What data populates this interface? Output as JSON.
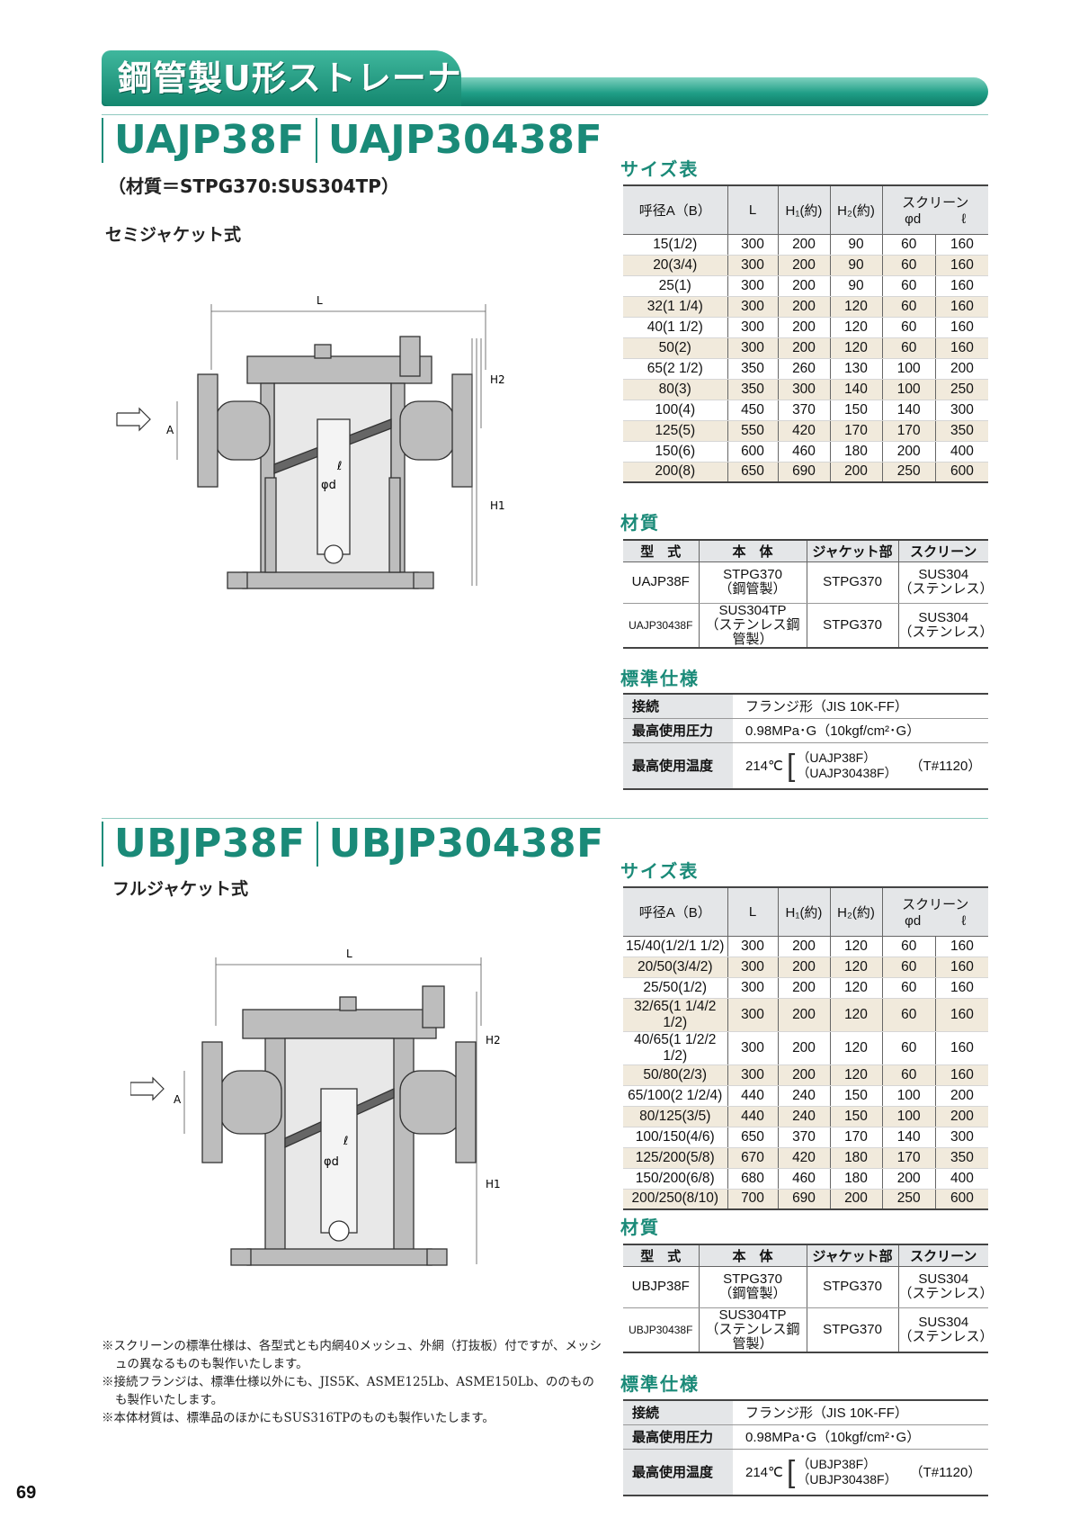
{
  "banner": {
    "title": "鋼管製U形ストレーナ"
  },
  "sections": [
    {
      "models": [
        "UAJP38F",
        "UAJP30438F"
      ],
      "material_note": "（材質＝STPG370:SUS304TP）",
      "type_label": "セミジャケット式",
      "size_title": "サイズ表",
      "size_headers": [
        "呼径A（B）",
        "L",
        "H₁(約)",
        "H₂(約)",
        "スクリーン",
        "φd",
        "ℓ"
      ],
      "size_rows": [
        [
          "15(1/2)",
          "300",
          "200",
          "90",
          "60",
          "160"
        ],
        [
          "20(3/4)",
          "300",
          "200",
          "90",
          "60",
          "160"
        ],
        [
          "25(1)",
          "300",
          "200",
          "90",
          "60",
          "160"
        ],
        [
          "32(1 1/4)",
          "300",
          "200",
          "120",
          "60",
          "160"
        ],
        [
          "40(1 1/2)",
          "300",
          "200",
          "120",
          "60",
          "160"
        ],
        [
          "50(2)",
          "300",
          "200",
          "120",
          "60",
          "160"
        ],
        [
          "65(2 1/2)",
          "350",
          "260",
          "130",
          "100",
          "200"
        ],
        [
          "80(3)",
          "350",
          "300",
          "140",
          "100",
          "250"
        ],
        [
          "100(4)",
          "450",
          "370",
          "150",
          "140",
          "300"
        ],
        [
          "125(5)",
          "550",
          "420",
          "170",
          "170",
          "350"
        ],
        [
          "150(6)",
          "600",
          "460",
          "180",
          "200",
          "400"
        ],
        [
          "200(8)",
          "650",
          "690",
          "200",
          "250",
          "600"
        ]
      ],
      "material_title": "材質",
      "material_headers": [
        "型　式",
        "本　体",
        "ジャケット部",
        "スクリーン"
      ],
      "material_rows": [
        [
          "UAJP38F",
          "STPG370",
          "（鋼管製）",
          "STPG370",
          "SUS304",
          "（ステンレス）"
        ],
        [
          "UAJP30438F",
          "SUS304TP",
          "（ステンレス鋼管製）",
          "STPG370",
          "SUS304",
          "（ステンレス）"
        ]
      ],
      "spec_title": "標準仕様",
      "spec": {
        "connection_label": "接続",
        "connection": "フランジ形（JIS 10K-FF）",
        "pressure_label": "最高使用圧力",
        "pressure": "0.98MPa･G（10kgf/cm²･G）",
        "temp_label": "最高使用温度",
        "temp": "214℃",
        "temp_opt1": "（UAJP38F）",
        "temp_opt2": "（UAJP30438F）",
        "temp_code": "（T#1120）"
      },
      "drawing": {
        "L": "L",
        "A": "A",
        "H1": "H1",
        "H2": "H2",
        "d": "φd",
        "l": "ℓ"
      }
    },
    {
      "models": [
        "UBJP38F",
        "UBJP30438F"
      ],
      "type_label": "フルジャケット式",
      "size_title": "サイズ表",
      "size_headers": [
        "呼径A（B）",
        "L",
        "H₁(約)",
        "H₂(約)",
        "スクリーン",
        "φd",
        "ℓ"
      ],
      "size_rows": [
        [
          "15/40(1/2/1 1/2)",
          "300",
          "200",
          "120",
          "60",
          "160"
        ],
        [
          "20/50(3/4/2)",
          "300",
          "200",
          "120",
          "60",
          "160"
        ],
        [
          "25/50(1/2)",
          "300",
          "200",
          "120",
          "60",
          "160"
        ],
        [
          "32/65(1 1/4/2 1/2)",
          "300",
          "200",
          "120",
          "60",
          "160"
        ],
        [
          "40/65(1 1/2/2 1/2)",
          "300",
          "200",
          "120",
          "60",
          "160"
        ],
        [
          "50/80(2/3)",
          "300",
          "200",
          "120",
          "60",
          "160"
        ],
        [
          "65/100(2 1/2/4)",
          "440",
          "240",
          "150",
          "100",
          "200"
        ],
        [
          "80/125(3/5)",
          "440",
          "240",
          "150",
          "100",
          "200"
        ],
        [
          "100/150(4/6)",
          "650",
          "370",
          "170",
          "140",
          "300"
        ],
        [
          "125/200(5/8)",
          "670",
          "420",
          "180",
          "170",
          "350"
        ],
        [
          "150/200(6/8)",
          "680",
          "460",
          "180",
          "200",
          "400"
        ],
        [
          "200/250(8/10)",
          "700",
          "690",
          "200",
          "250",
          "600"
        ]
      ],
      "material_title": "材質",
      "material_headers": [
        "型　式",
        "本　体",
        "ジャケット部",
        "スクリーン"
      ],
      "material_rows": [
        [
          "UBJP38F",
          "STPG370",
          "（鋼管製）",
          "STPG370",
          "SUS304",
          "（ステンレス）"
        ],
        [
          "UBJP30438F",
          "SUS304TP",
          "（ステンレス鋼管製）",
          "STPG370",
          "SUS304",
          "（ステンレス）"
        ]
      ],
      "spec_title": "標準仕様",
      "spec": {
        "connection_label": "接続",
        "connection": "フランジ形（JIS 10K-FF）",
        "pressure_label": "最高使用圧力",
        "pressure": "0.98MPa･G（10kgf/cm²･G）",
        "temp_label": "最高使用温度",
        "temp": "214℃",
        "temp_opt1": "（UBJP38F）",
        "temp_opt2": "（UBJP30438F）",
        "temp_code": "（T#1120）"
      },
      "drawing": {
        "L": "L",
        "A": "A",
        "H1": "H1",
        "H2": "H2",
        "d": "φd",
        "l": "ℓ"
      }
    }
  ],
  "notes": [
    "※スクリーンの標準仕様は、各型式とも内網40メッシュ、外網（打抜板）付ですが、メッシュの異なるものも製作いたします。",
    "※接続フランジは、標準仕様以外にも、JIS5K、ASME125Lb、ASME150Lb、ののものも製作いたします。",
    "※本体材質は、標準品のほかにもSUS316TPのものも製作いたします。"
  ],
  "page_number": "69"
}
